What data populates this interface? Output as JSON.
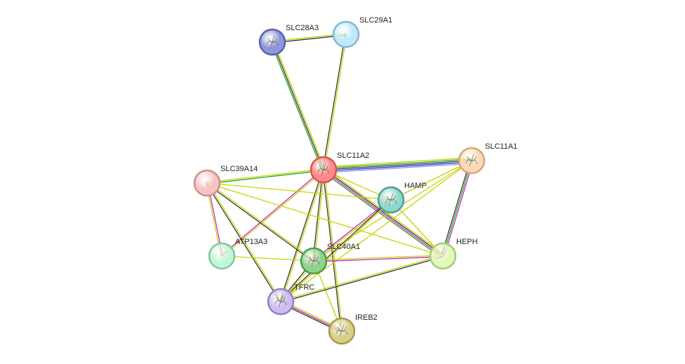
{
  "network": {
    "nodes": [
      {
        "id": "SLC11A2",
        "label": "SLC11A2",
        "color": "#ff8a8a",
        "border": "#d9534f",
        "structure": true
      },
      {
        "id": "SLC28A3",
        "label": "SLC28A3",
        "color": "#8f96da",
        "border": "#5a62a8",
        "structure": true
      },
      {
        "id": "SLC29A1",
        "label": "SLC29A1",
        "color": "#c0e8fb",
        "border": "#86b6d0",
        "structure": false
      },
      {
        "id": "SLC11A1",
        "label": "SLC11A1",
        "color": "#fbdab5",
        "border": "#d3a679",
        "structure": true
      },
      {
        "id": "SLC39A14",
        "label": "SLC39A14",
        "color": "#f8c5c5",
        "border": "#cd8f8f",
        "structure": false
      },
      {
        "id": "HAMP",
        "label": "HAMP",
        "color": "#8fd8cc",
        "border": "#4f9c91",
        "structure": true
      },
      {
        "id": "ATP13A3",
        "label": "ATP13A3",
        "color": "#c2f5d9",
        "border": "#86c6a2",
        "structure": false
      },
      {
        "id": "SLC40A1",
        "label": "SLC40A1",
        "color": "#8fd38c",
        "border": "#4f9c4c",
        "structure": true
      },
      {
        "id": "HEPH",
        "label": "HEPH",
        "color": "#e0f8b8",
        "border": "#a7c97c",
        "structure": false
      },
      {
        "id": "TFRC",
        "label": "TFRC",
        "color": "#cdbdf2",
        "border": "#9480c4",
        "structure": true
      },
      {
        "id": "IREB2",
        "label": "IREB2",
        "color": "#d9cf86",
        "border": "#a59a4e",
        "structure": true
      }
    ],
    "edges": [
      {
        "source": "SLC28A3",
        "target": "SLC29A1",
        "evidence": [
          "#c8d400",
          "#333333"
        ]
      },
      {
        "source": "SLC28A3",
        "target": "SLC11A2",
        "evidence": [
          "#c8d400",
          "#333333",
          "#1fa81f"
        ]
      },
      {
        "source": "SLC29A1",
        "target": "SLC11A2",
        "evidence": [
          "#c8d400",
          "#333333"
        ]
      },
      {
        "source": "SLC11A2",
        "target": "SLC11A1",
        "evidence": [
          "#c8d400",
          "#1fa81f",
          "#333333",
          "#2233dd",
          "#9f8fe0"
        ]
      },
      {
        "source": "SLC11A2",
        "target": "SLC39A14",
        "evidence": [
          "#1fa81f",
          "#c8d400"
        ]
      },
      {
        "source": "SLC11A2",
        "target": "HAMP",
        "evidence": [
          "#c8d400"
        ]
      },
      {
        "source": "SLC11A2",
        "target": "HEPH",
        "evidence": [
          "#c8d400",
          "#333333",
          "#cc22cc",
          "#1fa81f"
        ]
      },
      {
        "source": "SLC11A2",
        "target": "ATP13A3",
        "evidence": [
          "#c8d400",
          "#cc22cc"
        ]
      },
      {
        "source": "SLC11A2",
        "target": "SLC40A1",
        "evidence": [
          "#c8d400",
          "#333333"
        ]
      },
      {
        "source": "SLC11A2",
        "target": "TFRC",
        "evidence": [
          "#c8d400",
          "#333333"
        ]
      },
      {
        "source": "SLC11A2",
        "target": "IREB2",
        "evidence": [
          "#c8d400",
          "#333333"
        ]
      },
      {
        "source": "SLC11A1",
        "target": "HEPH",
        "evidence": [
          "#cc22cc",
          "#1fa81f",
          "#333333"
        ]
      },
      {
        "source": "SLC11A1",
        "target": "SLC40A1",
        "evidence": [
          "#c8d400"
        ]
      },
      {
        "source": "SLC11A1",
        "target": "TFRC",
        "evidence": [
          "#c8d400"
        ]
      },
      {
        "source": "SLC11A1",
        "target": "HAMP",
        "evidence": [
          "#c8d400"
        ]
      },
      {
        "source": "SLC39A14",
        "target": "HAMP",
        "evidence": [
          "#c8d400"
        ]
      },
      {
        "source": "SLC39A14",
        "target": "ATP13A3",
        "evidence": [
          "#cc22cc",
          "#c8d400"
        ]
      },
      {
        "source": "SLC39A14",
        "target": "SLC40A1",
        "evidence": [
          "#c8d400",
          "#333333"
        ]
      },
      {
        "source": "SLC39A14",
        "target": "TFRC",
        "evidence": [
          "#c8d400",
          "#333333"
        ]
      },
      {
        "source": "SLC39A14",
        "target": "HEPH",
        "evidence": [
          "#c8d400"
        ]
      },
      {
        "source": "HAMP",
        "target": "SLC40A1",
        "evidence": [
          "#c8d400",
          "#cc22cc"
        ]
      },
      {
        "source": "HAMP",
        "target": "HEPH",
        "evidence": [
          "#c8d400"
        ]
      },
      {
        "source": "HAMP",
        "target": "TFRC",
        "evidence": [
          "#c8d400",
          "#333333"
        ]
      },
      {
        "source": "ATP13A3",
        "target": "SLC40A1",
        "evidence": [
          "#c8d400"
        ]
      },
      {
        "source": "SLC40A1",
        "target": "HEPH",
        "evidence": [
          "#c8d400",
          "#cc22cc"
        ]
      },
      {
        "source": "SLC40A1",
        "target": "TFRC",
        "evidence": [
          "#c8d400",
          "#333333"
        ]
      },
      {
        "source": "SLC40A1",
        "target": "IREB2",
        "evidence": [
          "#c8d400"
        ]
      },
      {
        "source": "TFRC",
        "target": "IREB2",
        "evidence": [
          "#c8d400",
          "#cc22cc",
          "#333333"
        ]
      },
      {
        "source": "TFRC",
        "target": "HEPH",
        "evidence": [
          "#c8d400",
          "#333333"
        ]
      }
    ]
  }
}
